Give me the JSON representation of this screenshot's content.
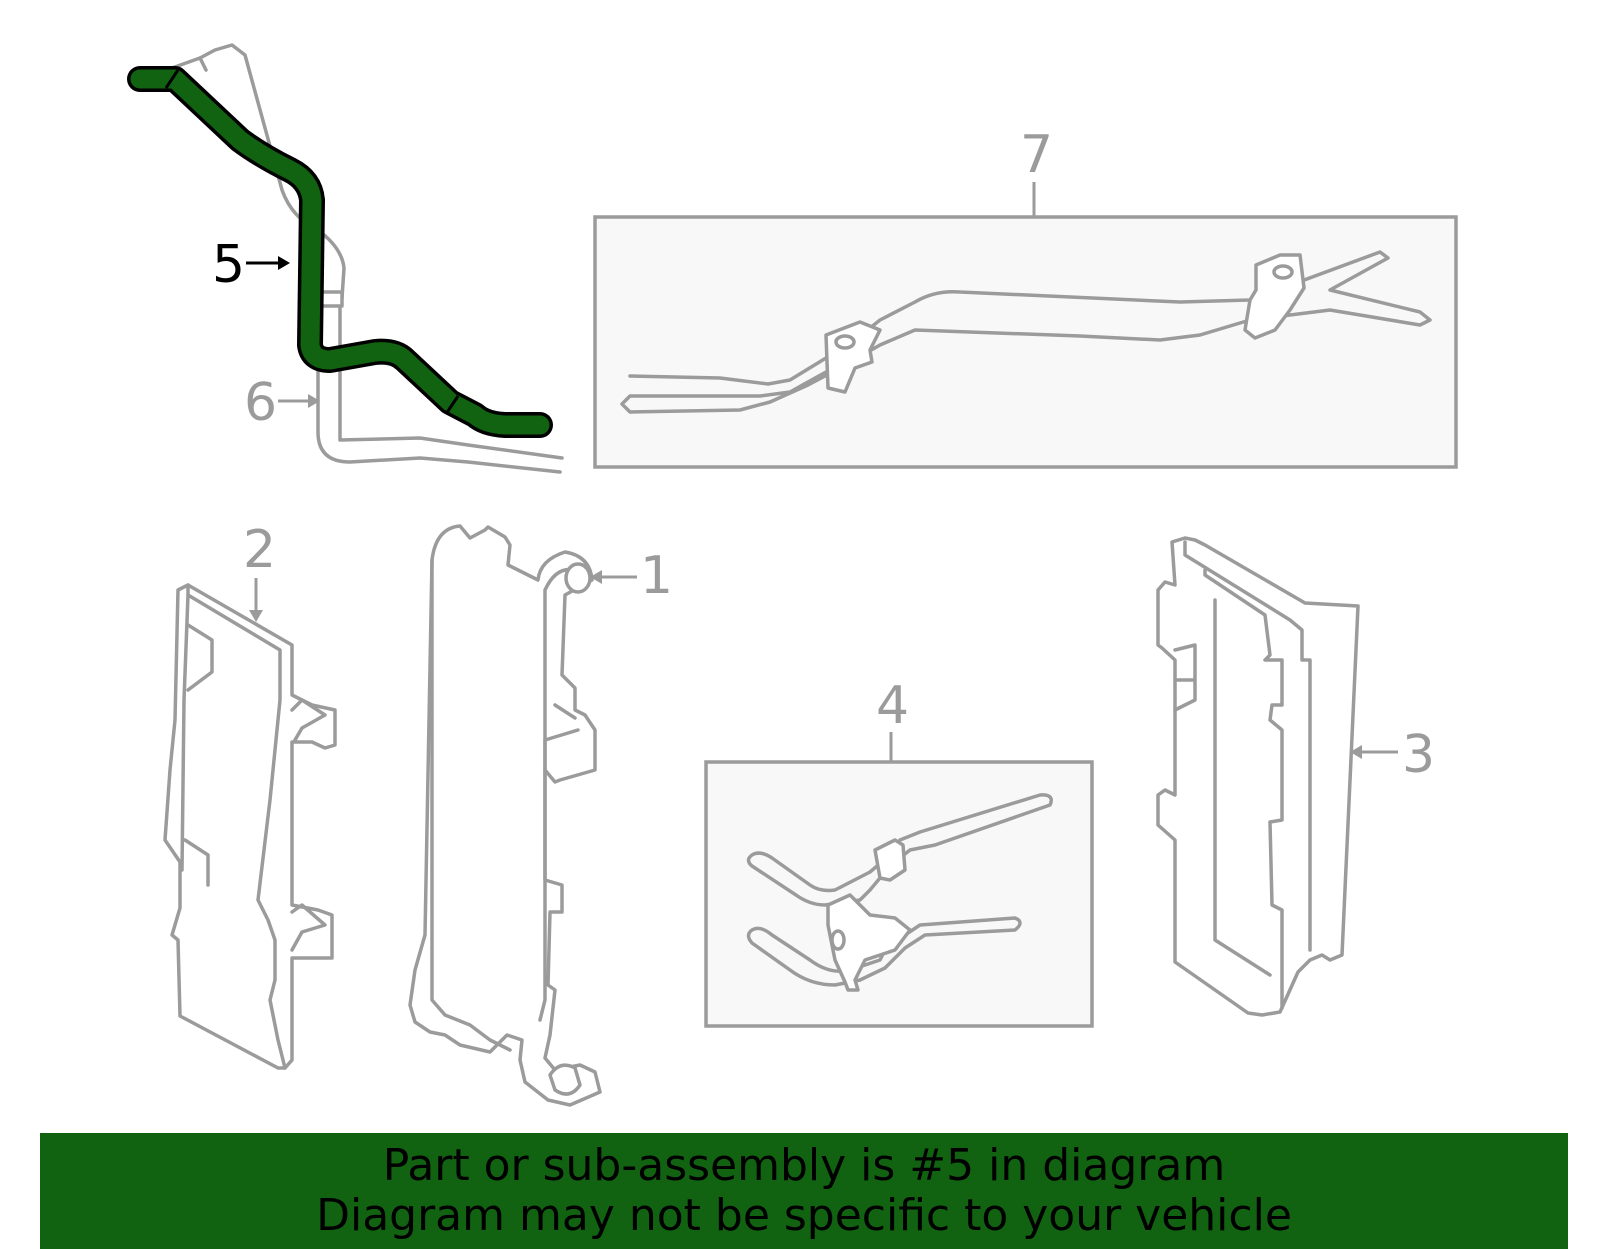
{
  "callouts": {
    "c1": "1",
    "c2": "2",
    "c3": "3",
    "c4": "4",
    "c5": "5",
    "c6": "6",
    "c7": "7"
  },
  "highlight": {
    "part": "5",
    "color": "#116211"
  },
  "banner": {
    "line1": "Part or sub-assembly is #5 in diagram",
    "line2": "Diagram may not be specific to your vehicle",
    "background": "#116211"
  }
}
